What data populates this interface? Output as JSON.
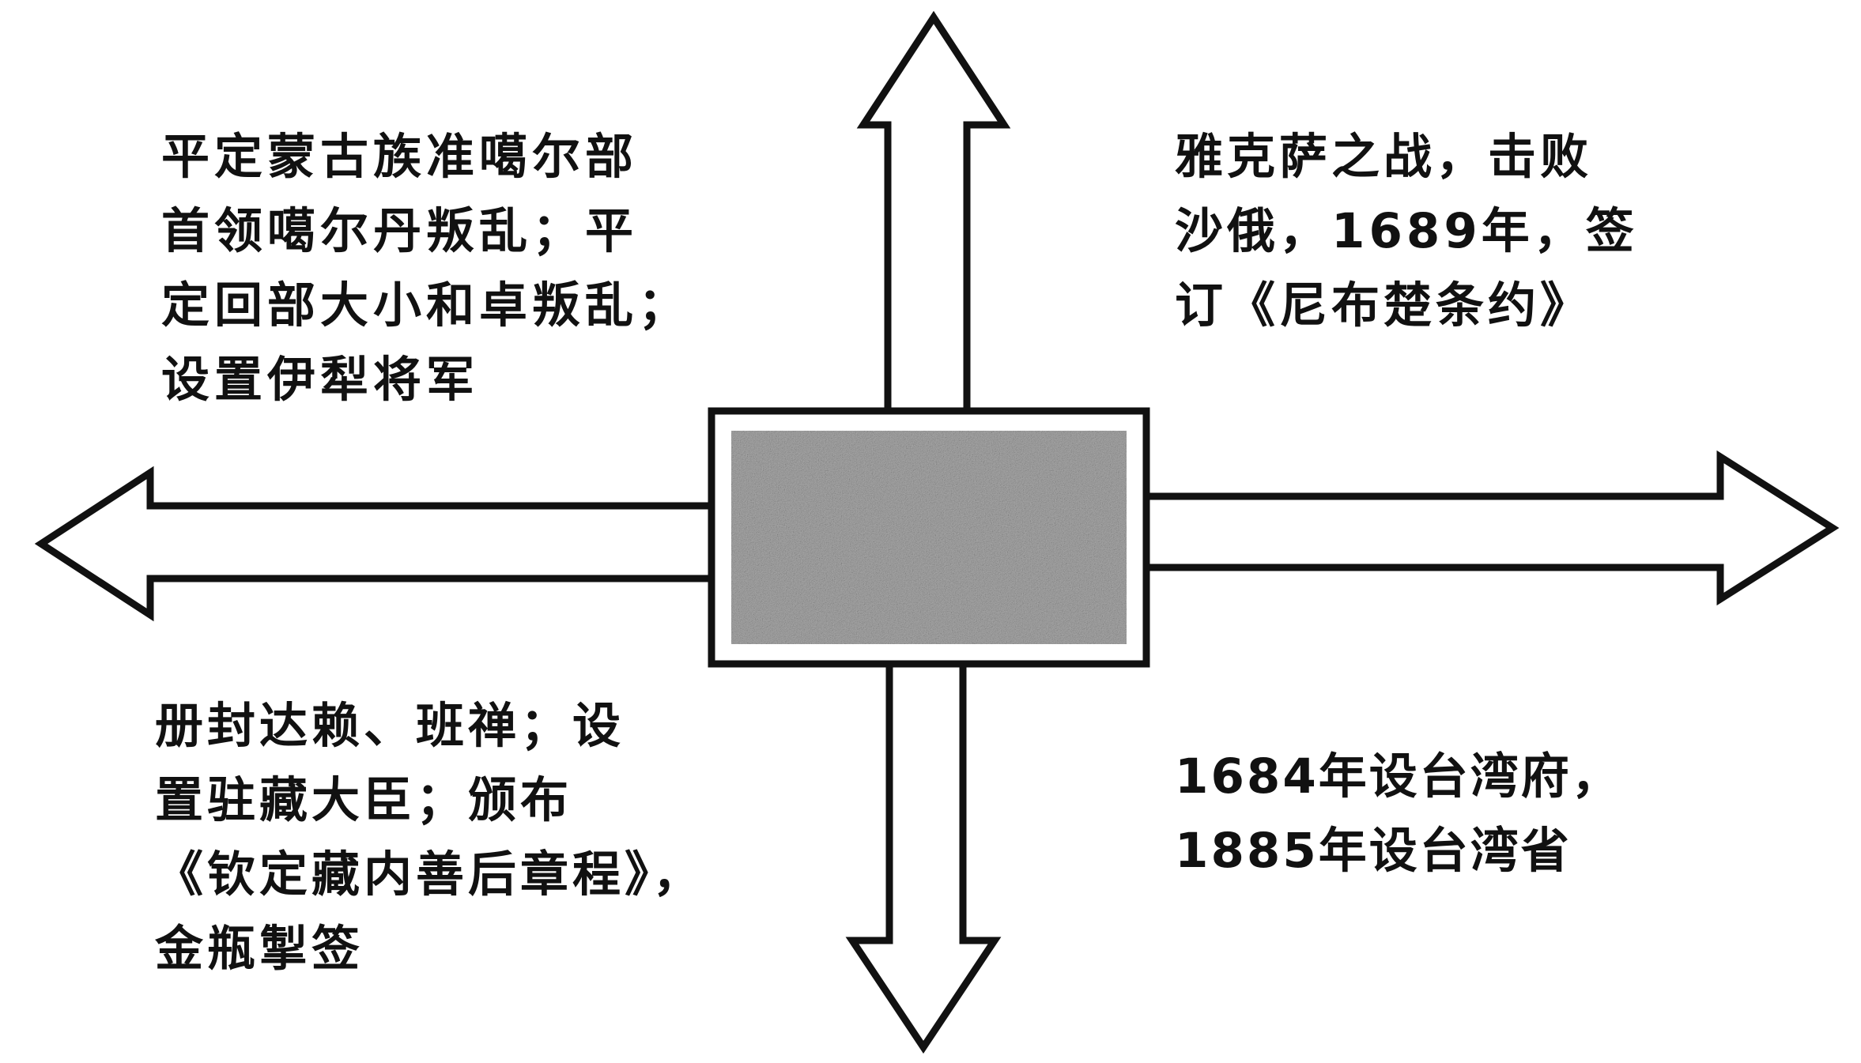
{
  "diagram": {
    "center_label": "",
    "arrows": [
      {
        "id": "north",
        "direction": "up"
      },
      {
        "id": "south",
        "direction": "down"
      },
      {
        "id": "west",
        "direction": "left"
      },
      {
        "id": "east",
        "direction": "right"
      }
    ],
    "colors": {
      "outline": "#111111",
      "arrow_fill": "#ffffff",
      "center_shading": "#9a9a9a",
      "background": "#ffffff"
    }
  },
  "blocks": {
    "northwest": {
      "lines": [
        "平定蒙古族准噶尔部",
        "首领噶尔丹叛乱；平",
        "定回部大小和卓叛乱；",
        "设置伊犁将军"
      ]
    },
    "northeast": {
      "lines": [
        "雅克萨之战，击败",
        "沙俄，1689年，签",
        "订《尼布楚条约》"
      ]
    },
    "southwest": {
      "lines": [
        "册封达赖、班禅；设",
        "置驻藏大臣；颁布",
        "《钦定藏内善后章程》，",
        "金瓶掣签"
      ]
    },
    "southeast": {
      "lines": [
        "1684年设台湾府，",
        "1885年设台湾省"
      ]
    }
  }
}
